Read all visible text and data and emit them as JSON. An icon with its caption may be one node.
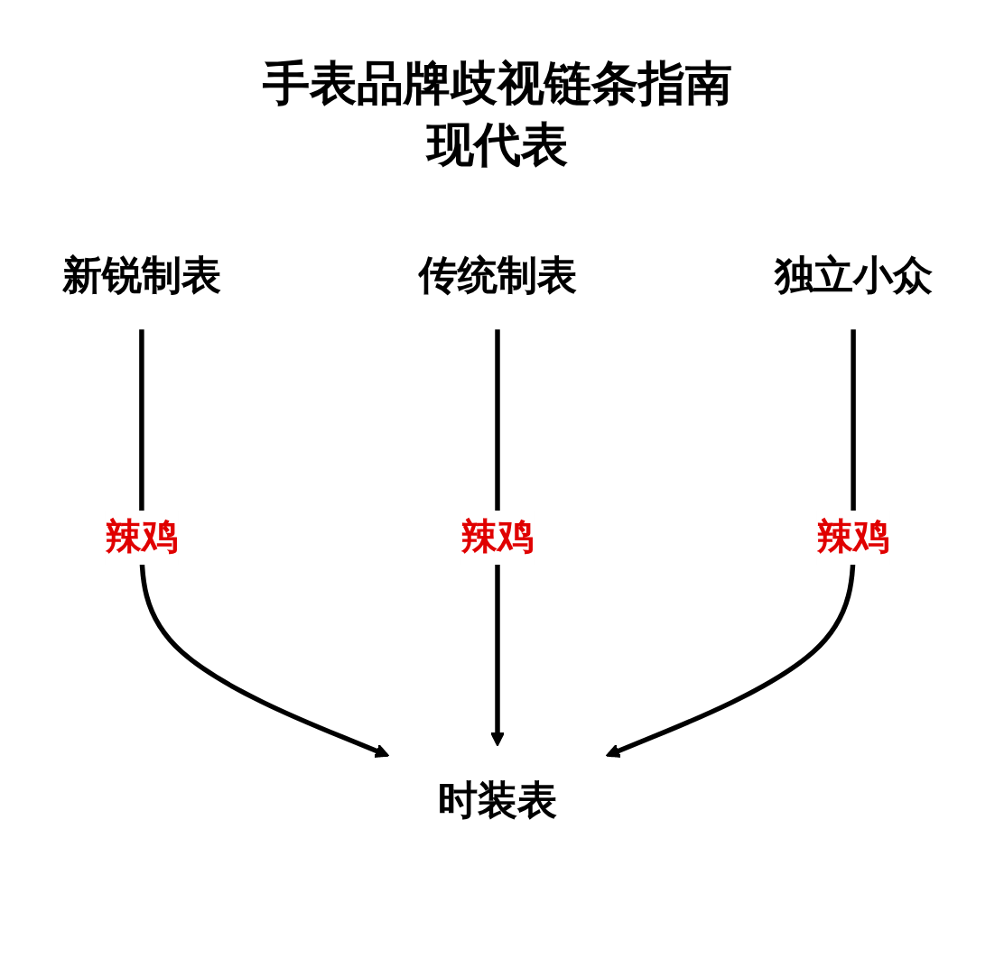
{
  "diagram": {
    "title": "手表品牌歧视链条指南",
    "nodes": [
      {
        "text": [
          "新锐制表"
        ]
      },
      {
        "text": [
          "传统制表"
        ]
      },
      {
        "text": [
          "独立小众"
        ]
      },
      {
        "text": [
          "时装表"
        ]
      }
    ],
    "edges": [
      {
        "from": 0,
        "to": 3,
        "arrow": "to",
        "label": "辣鸡"
      },
      {
        "from": 1,
        "to": 3,
        "arrow": "to",
        "label": "辣鸡"
      },
      {
        "from": 2,
        "to": 3,
        "arrow": "to",
        "label": "辣鸡"
      }
    ],
    "labels": [
      "现代表"
    ]
  }
}
